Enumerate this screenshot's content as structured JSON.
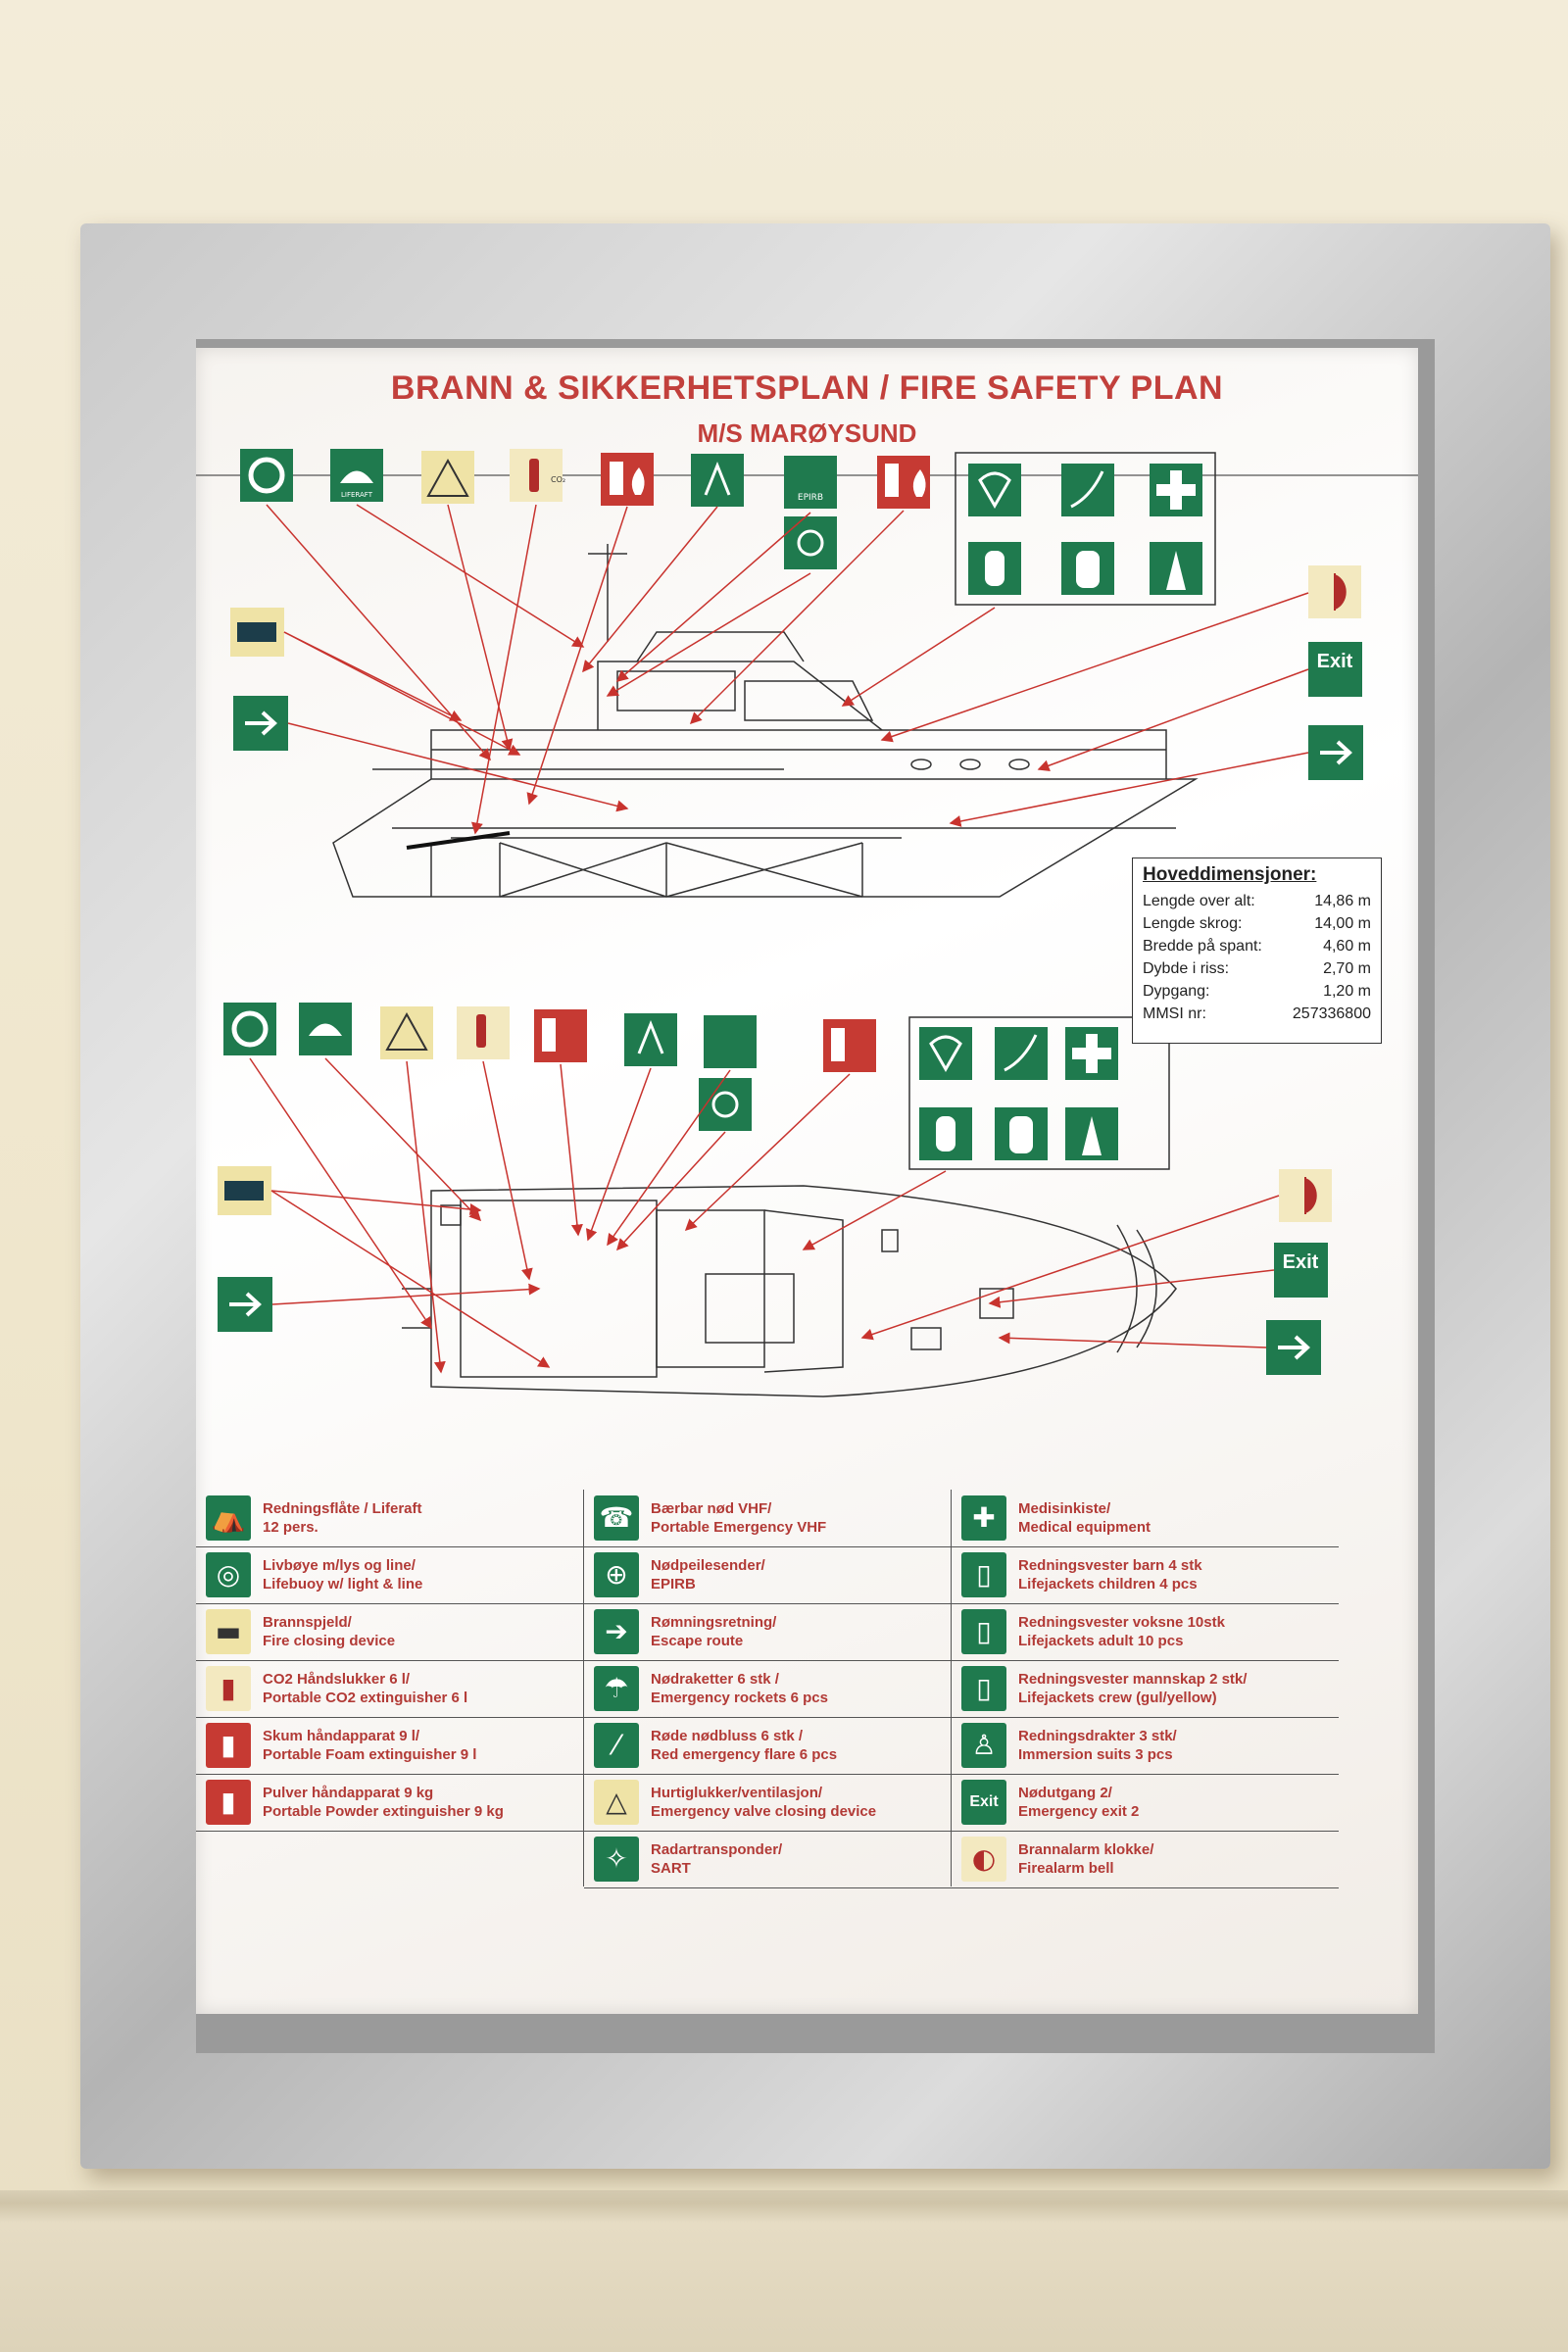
{
  "poster": {
    "title": "BRANN & SIKKERHETSPLAN / FIRE SAFETY PLAN",
    "vessel": "M/S MARØYSUND"
  },
  "dimensions": {
    "heading": "Hoveddimensjoner:",
    "rows": [
      {
        "label": "Lengde over alt:",
        "value": "14,86 m"
      },
      {
        "label": "Lengde skrog:",
        "value": "14,00 m"
      },
      {
        "label": "Bredde på spant:",
        "value": "4,60 m"
      },
      {
        "label": "Dybde i riss:",
        "value": "2,70 m"
      },
      {
        "label": "Dypgang:",
        "value": "1,20 m"
      },
      {
        "label": "MMSI nr:",
        "value": "257336800"
      }
    ]
  },
  "icon_labels": {
    "liferaft": "LIFERAFT",
    "exit": "Exit",
    "epirb": "EPIRB",
    "co2": "CO₂"
  },
  "legend": {
    "col1": [
      {
        "icon": "liferaft-icon",
        "text": "Redningsflåte / Liferaft\n12 pers."
      },
      {
        "icon": "lifebuoy-icon",
        "text": "Livbøye m/lys og line/\nLifebuoy w/ light & line"
      },
      {
        "icon": "fire-damper-icon",
        "text": "Brannspjeld/\nFire closing device"
      },
      {
        "icon": "co2-extinguisher-icon",
        "text": "CO2 Håndslukker 6 l/\nPortable CO2 extinguisher 6 l"
      },
      {
        "icon": "foam-extinguisher-icon",
        "text": "Skum håndapparat 9 l/\nPortable Foam extinguisher 9 l"
      },
      {
        "icon": "powder-extinguisher-icon",
        "text": "Pulver håndapparat 9 kg\nPortable Powder extinguisher 9 kg"
      }
    ],
    "col2": [
      {
        "icon": "vhf-radio-icon",
        "text": "Bærbar nød VHF/\nPortable Emergency VHF"
      },
      {
        "icon": "epirb-icon",
        "text": "Nødpeilesender/\nEPIRB"
      },
      {
        "icon": "escape-arrow-icon",
        "text": "Rømningsretning/\nEscape route"
      },
      {
        "icon": "rocket-icon",
        "text": "Nødraketter 6 stk /\nEmergency rockets 6 pcs"
      },
      {
        "icon": "flare-icon",
        "text": "Røde nødbluss 6 stk /\nRed emergency flare 6 pcs"
      },
      {
        "icon": "valve-closing-icon",
        "text": "Hurtiglukker/ventilasjon/\nEmergency valve closing device"
      },
      {
        "icon": "sart-icon",
        "text": "Radartransponder/\nSART"
      }
    ],
    "col3": [
      {
        "icon": "medical-cross-icon",
        "text": "Medisinkiste/\nMedical equipment"
      },
      {
        "icon": "lifejacket-child-icon",
        "text": "Redningsvester barn 4 stk\nLifejackets children 4 pcs"
      },
      {
        "icon": "lifejacket-adult-icon",
        "text": "Redningsvester voksne 10stk\nLifejackets adult 10 pcs"
      },
      {
        "icon": "lifejacket-crew-icon",
        "text": "Redningsvester mannskap 2 stk/\nLifejackets crew (gul/yellow)"
      },
      {
        "icon": "immersion-suit-icon",
        "text": "Redningsdrakter 3 stk/\nImmersion suits 3 pcs"
      },
      {
        "icon": "exit-sign-icon",
        "text": "Nødutgang 2/\nEmergency exit 2"
      },
      {
        "icon": "fire-alarm-bell-icon",
        "text": "Brannalarm klokke/\nFirealarm bell"
      }
    ]
  },
  "colors": {
    "safety_green": "#1f7a4e",
    "fire_red": "#c63a33",
    "text_red": "#b23a36",
    "arrow_red": "#c8332e"
  }
}
